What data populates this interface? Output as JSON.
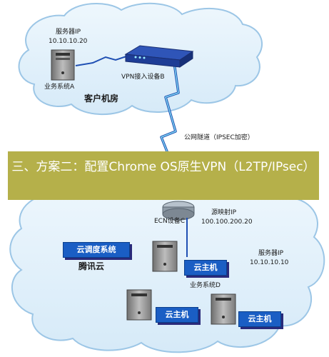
{
  "top_site": {
    "server_label_line1": "服务器IP",
    "server_label_line2": "10.10.10.20",
    "system_label": "业务系统A",
    "device_label": "VPN接入设备B",
    "site_name": "客户机房"
  },
  "tunnel": {
    "label": "公网隧道（IPSEC加密）"
  },
  "banner": {
    "title": "三、方案二：配置Chrome OS原生VPN（L2TP/IPsec）"
  },
  "cloud_site": {
    "ecn_label": "ECN设备C",
    "mapped_ip_line1": "源映射IP",
    "mapped_ip_line2": "100.100.200.20",
    "scheduler_label": "云调度系统",
    "cloud_name": "腾讯云",
    "server_label_line1": "服务器IP",
    "server_label_line2": "10.10.10.10",
    "system_label": "业务系统D",
    "host_labels": [
      "云主机",
      "云主机",
      "云主机"
    ]
  },
  "colors": {
    "cloud_fill": "#e6f2fb",
    "cloud_stroke": "#9cc6e6",
    "link_line": "#1f4fb3",
    "banner_bg": "#b5b04a",
    "host_label_bg": "#1a5ec4"
  }
}
